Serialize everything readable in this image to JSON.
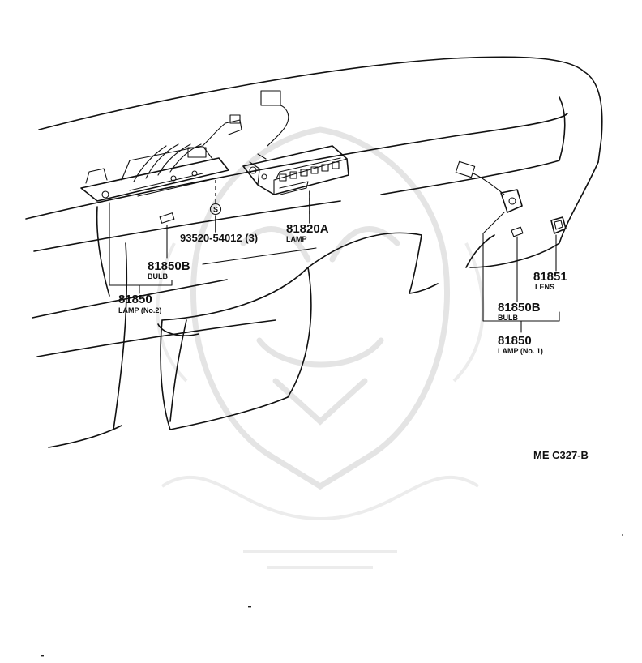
{
  "diagram_code": "ME C327-B",
  "callouts": {
    "lamp_a": {
      "number": "81820A",
      "name": "LAMP"
    },
    "screw": {
      "number": "93520-54012 (3)",
      "symbol": "S"
    },
    "bulb_l": {
      "number": "81850B",
      "name": "BULB"
    },
    "lamp_l": {
      "number": "81850",
      "name": "LAMP (No.2)"
    },
    "lens": {
      "number": "81851",
      "name": "LENS"
    },
    "bulb_r": {
      "number": "81850B",
      "name": "BULB"
    },
    "lamp_r": {
      "number": "81850",
      "name": "LAMP (No. 1)"
    }
  },
  "colors": {
    "ink": "#111111",
    "watermark": "#e4e4e4",
    "background": "#ffffff"
  }
}
